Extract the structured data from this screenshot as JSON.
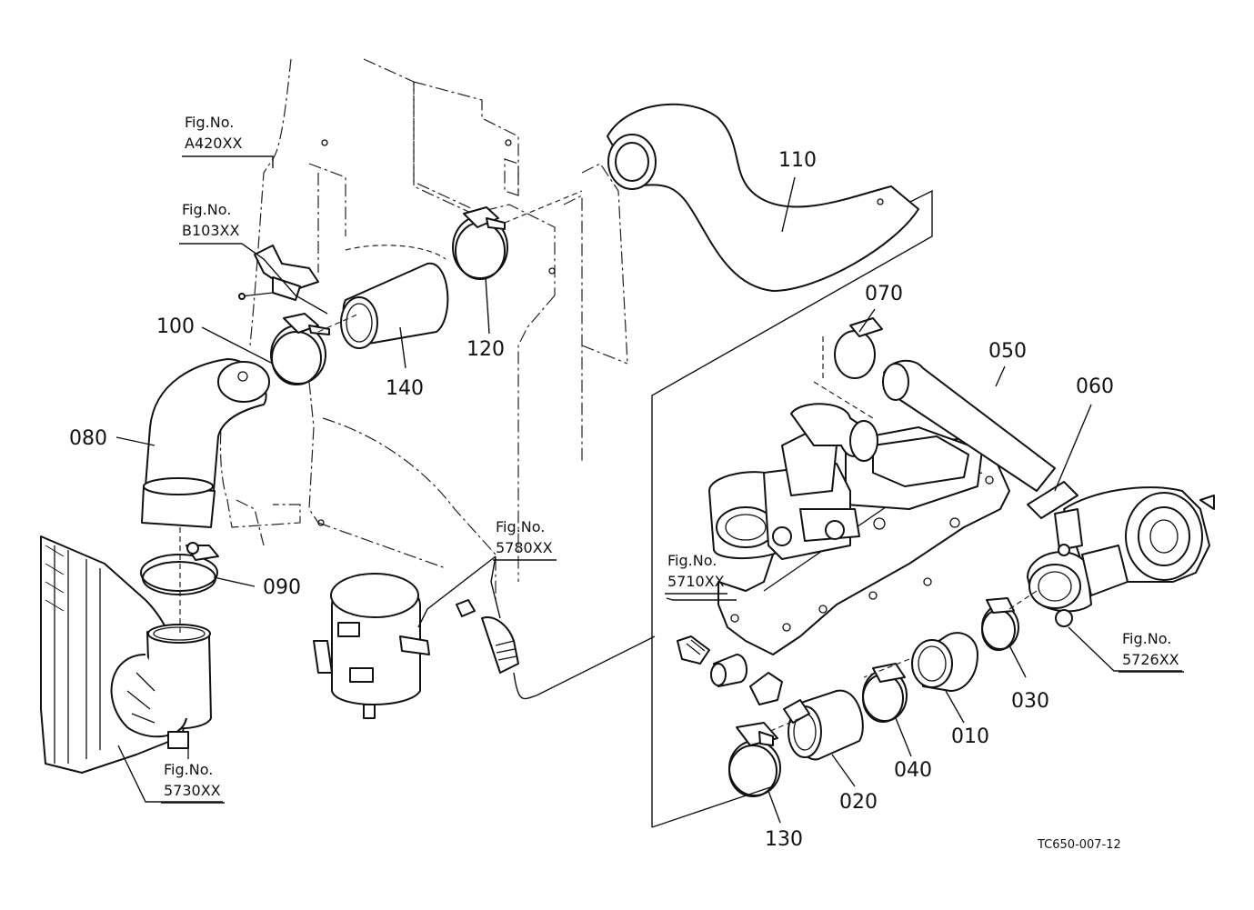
{
  "part_numbers": {
    "p010": "010",
    "p020": "020",
    "p030": "030",
    "p040": "040",
    "p050": "050",
    "p060": "060",
    "p070": "070",
    "p080": "080",
    "p090": "090",
    "p100": "100",
    "p110": "110",
    "p120": "120",
    "p130": "130",
    "p140": "140"
  },
  "figure_refs": {
    "a420": {
      "prefix": "Fig.No.",
      "code": "A420XX"
    },
    "b103": {
      "prefix": "Fig.No.",
      "code": "B103XX"
    },
    "f5780": {
      "prefix": "Fig.No.",
      "code": "5780XX"
    },
    "f5710": {
      "prefix": "Fig.No.",
      "code": "5710XX"
    },
    "f5726": {
      "prefix": "Fig.No.",
      "code": "5726XX"
    },
    "f5730": {
      "prefix": "Fig.No.",
      "code": "5730XX"
    }
  },
  "drawing_code": "TC650-007-12"
}
